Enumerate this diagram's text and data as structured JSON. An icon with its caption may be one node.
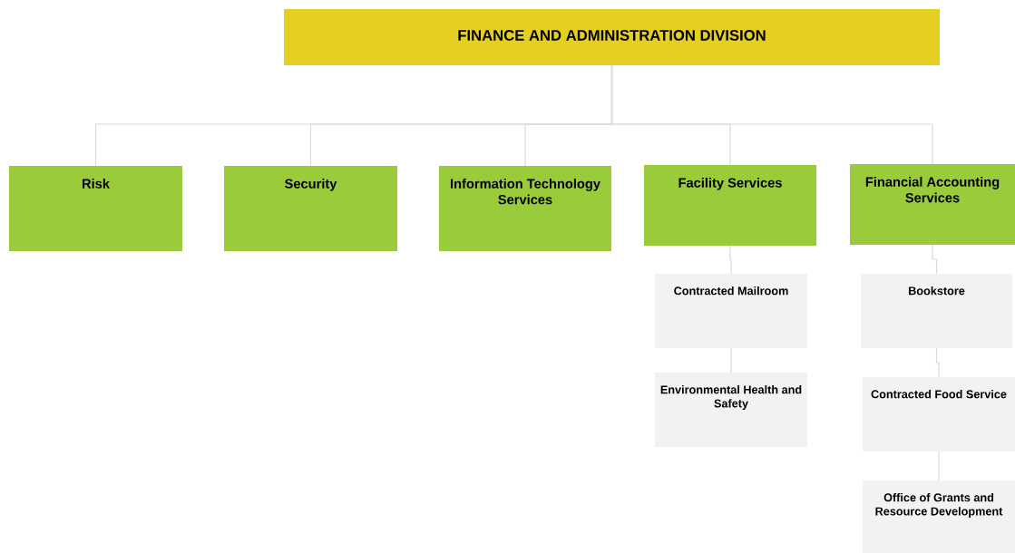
{
  "diagram": {
    "nodes": [
      {
        "text": [
          "FINANCE AND ADMINISTRATION DIVISION"
        ]
      },
      {
        "text": [
          "Risk"
        ]
      },
      {
        "text": [
          "Security"
        ]
      },
      {
        "text": [
          "Information Technology Services"
        ]
      },
      {
        "text": [
          "Facility Services"
        ]
      },
      {
        "text": [
          "Financial Accounting Services"
        ]
      },
      {
        "text": [
          "Contracted Mailroom"
        ]
      },
      {
        "text": [
          "Environmental Health and Safety"
        ]
      },
      {
        "text": [
          "Bookstore"
        ]
      },
      {
        "text": [
          "Contracted Food Service"
        ]
      },
      {
        "text": [
          "Office of Grants and Resource Development"
        ]
      }
    ],
    "edges": [
      {
        "from": 0,
        "to": 1,
        "arrow": "none"
      },
      {
        "from": 0,
        "to": 2,
        "arrow": "none"
      },
      {
        "from": 0,
        "to": 3,
        "arrow": "none"
      },
      {
        "from": 0,
        "to": 4,
        "arrow": "none"
      },
      {
        "from": 0,
        "to": 5,
        "arrow": "none"
      },
      {
        "from": 4,
        "to": 6,
        "arrow": "none"
      },
      {
        "from": 6,
        "to": 7,
        "arrow": "none"
      },
      {
        "from": 5,
        "to": 8,
        "arrow": "none"
      },
      {
        "from": 8,
        "to": 9,
        "arrow": "none"
      },
      {
        "from": 9,
        "to": 10,
        "arrow": "none"
      }
    ]
  }
}
